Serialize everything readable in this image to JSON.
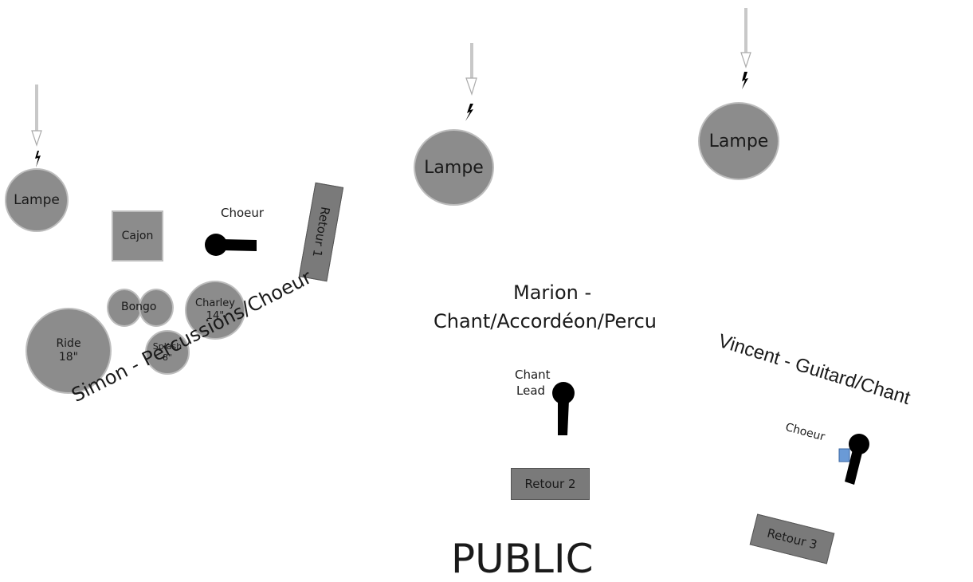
{
  "colors": {
    "element_fill": "#8c8c8c",
    "element_border": "#bdbdbd",
    "monitor_fill": "#7a7a7a",
    "mic_color": "#000000",
    "pickup_blue": "#6a9ad6"
  },
  "lamps": [
    {
      "label": "Lampe"
    },
    {
      "label": "Lampe"
    },
    {
      "label": "Lampe"
    }
  ],
  "monitors": {
    "retour1": "Retour 1",
    "retour2": "Retour 2",
    "retour3": "Retour 3"
  },
  "percussion": {
    "cajon": "Cajon",
    "bongo": "Bongo",
    "charley": [
      "Charley",
      "14\""
    ],
    "ride": [
      "Ride",
      "18\""
    ],
    "splash": [
      "Splash",
      "8\""
    ]
  },
  "mics": {
    "simon_choeur": "Choeur",
    "marion_lead": [
      "Chant",
      "Lead"
    ],
    "vincent_choeur": "Choeur"
  },
  "performers": {
    "simon": "Simon - Percussions/Choeur",
    "marion_line1": "Marion -",
    "marion_line2": "Chant/Accordéon/Percu",
    "vincent": "Vincent - Guitard/Chant"
  },
  "audience": "PUBLIC"
}
